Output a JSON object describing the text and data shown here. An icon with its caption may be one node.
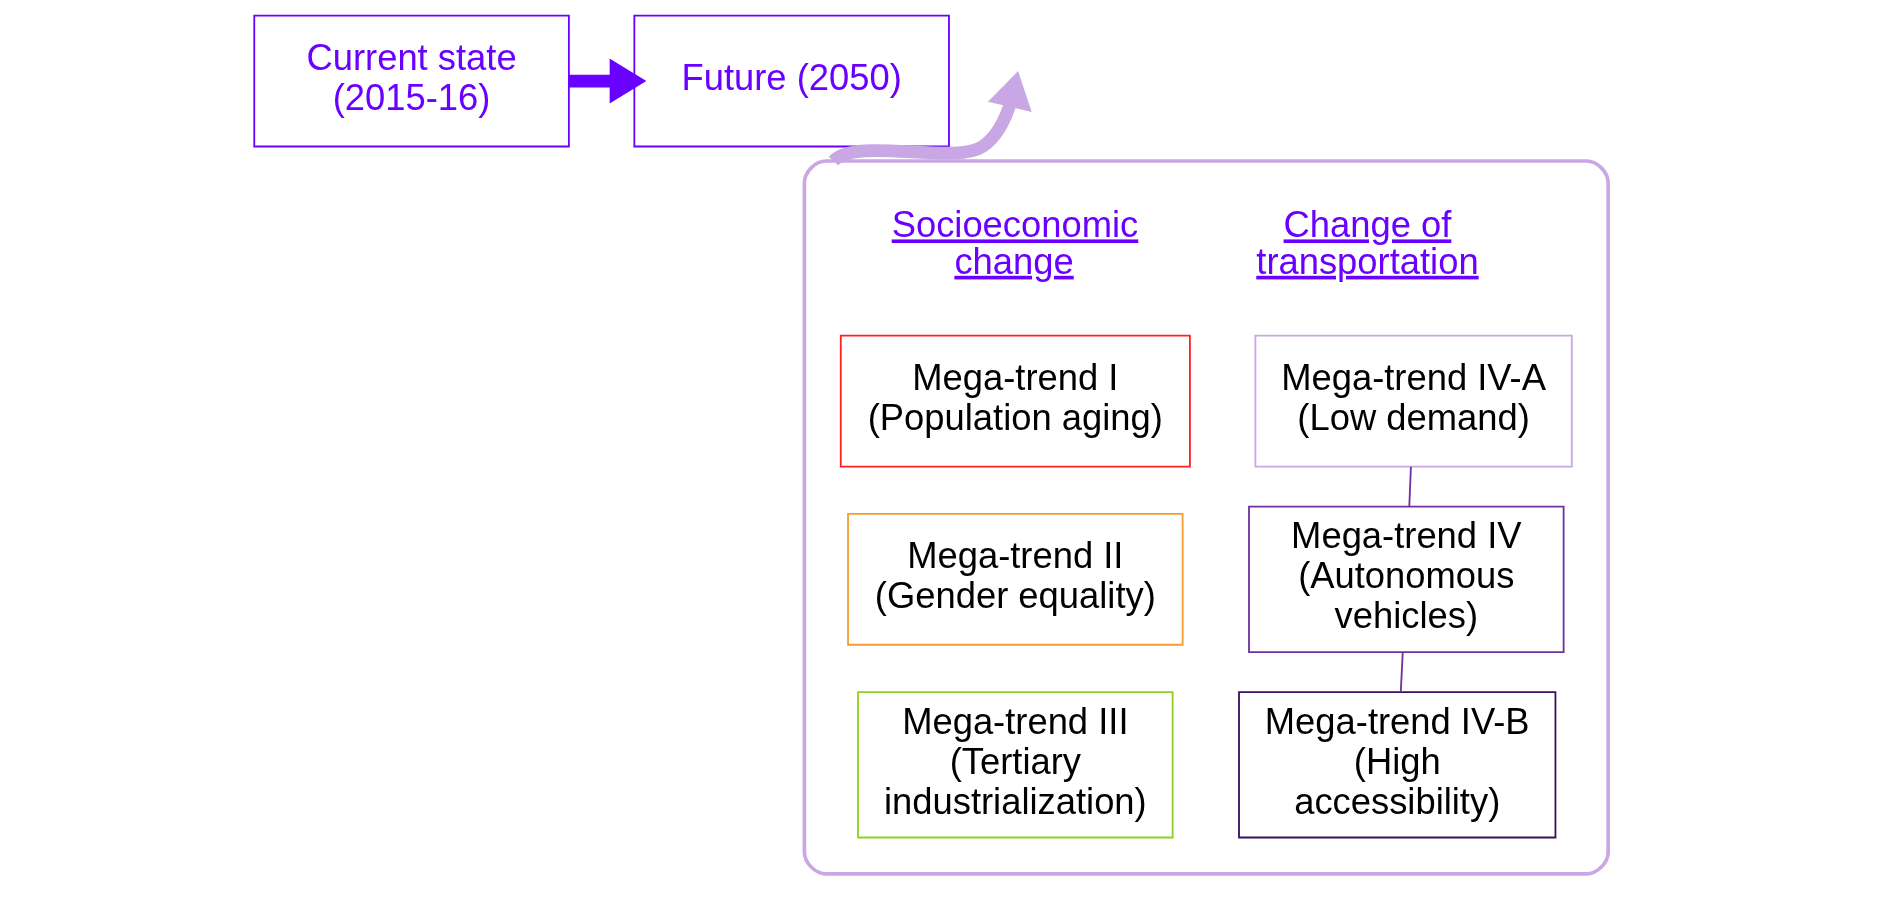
{
  "diagram": {
    "nodes": [
      {
        "text": [
          "Current state (2015-16)"
        ]
      },
      {
        "text": [
          "Future (2050)"
        ]
      },
      {
        "text": [],
        "shape": "box"
      },
      {
        "text": [
          "Mega-trend I (Population aging)"
        ],
        "in": 2
      },
      {
        "text": [
          "Mega-trend II (Gender equality)"
        ],
        "in": 2
      },
      {
        "text": [
          "Mega-trend III (Tertiary industrialization)"
        ],
        "in": 2
      },
      {
        "text": [
          "Mega-trend IV (Autonomous vehicles)"
        ],
        "in": 2
      },
      {
        "text": [
          "Mega-trend IV-A (Low demand)"
        ],
        "in": 2
      },
      {
        "text": [
          "Mega-trend IV-B (High accessibility)"
        ],
        "in": 2
      }
    ],
    "edges": [
      {
        "from": 0,
        "to": 1,
        "arrow": "to",
        "style": "thick",
        "color": "#6a00ff"
      },
      {
        "from": 2,
        "to": null,
        "arrow": "to",
        "style": "thick",
        "color": "#c9a6e4"
      },
      {
        "from": 6,
        "to": 7,
        "arrow": "none"
      },
      {
        "from": 6,
        "to": 8,
        "arrow": "none"
      }
    ],
    "labels": [
      "Socioeconomic change",
      "Change of transportation"
    ]
  }
}
